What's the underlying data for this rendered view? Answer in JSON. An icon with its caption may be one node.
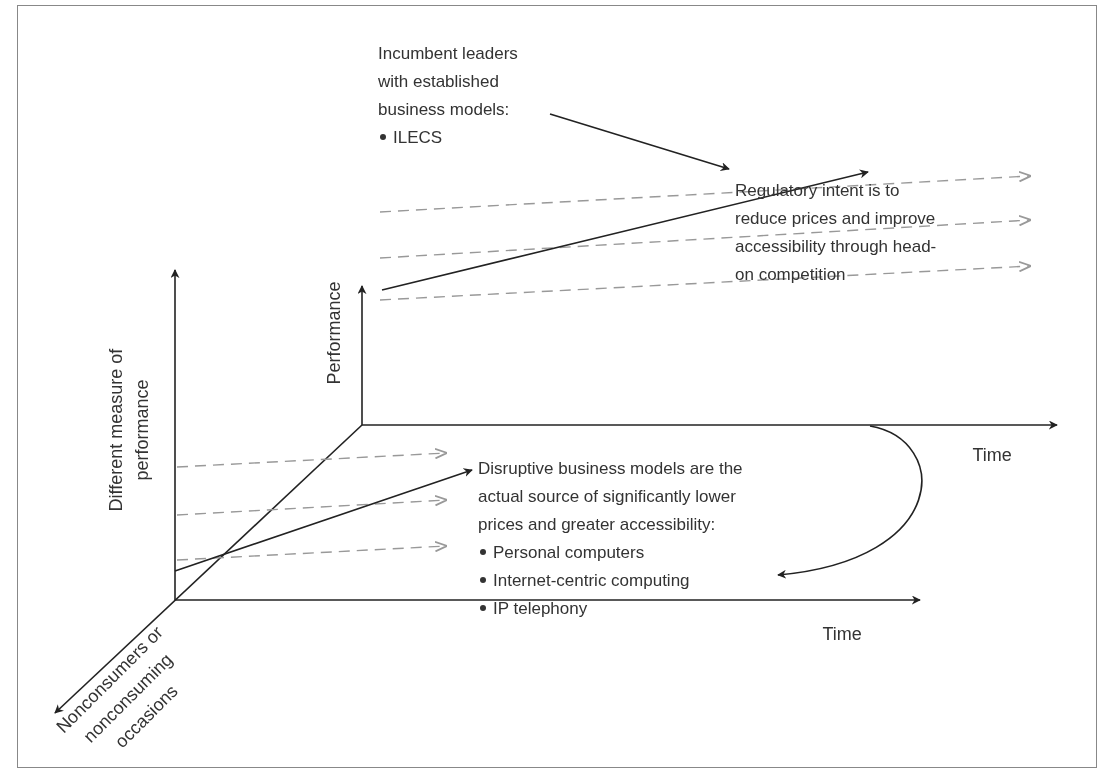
{
  "diagram": {
    "nodes": [
      {
        "text": [
          "Incumbent leaders with established business models:",
          "ILECS"
        ]
      },
      {
        "text": [
          "Regulatory intent is to reduce prices and improve accessibility through head-on competition"
        ]
      },
      {
        "text": [
          "Disruptive business models are the actual source of significantly lower prices and greater accessibility:",
          "Personal computers",
          "Internet-centric computing",
          "IP telephony"
        ]
      }
    ],
    "edges": [
      {
        "from": 0,
        "to": 1,
        "arrow": "to"
      },
      {
        "from": null,
        "to": 2,
        "arrow": "to"
      }
    ],
    "labels": [
      "Performance",
      "Time",
      "Different measure of performance",
      "Time",
      "Nonconsumers or nonconsuming occasions"
    ]
  }
}
